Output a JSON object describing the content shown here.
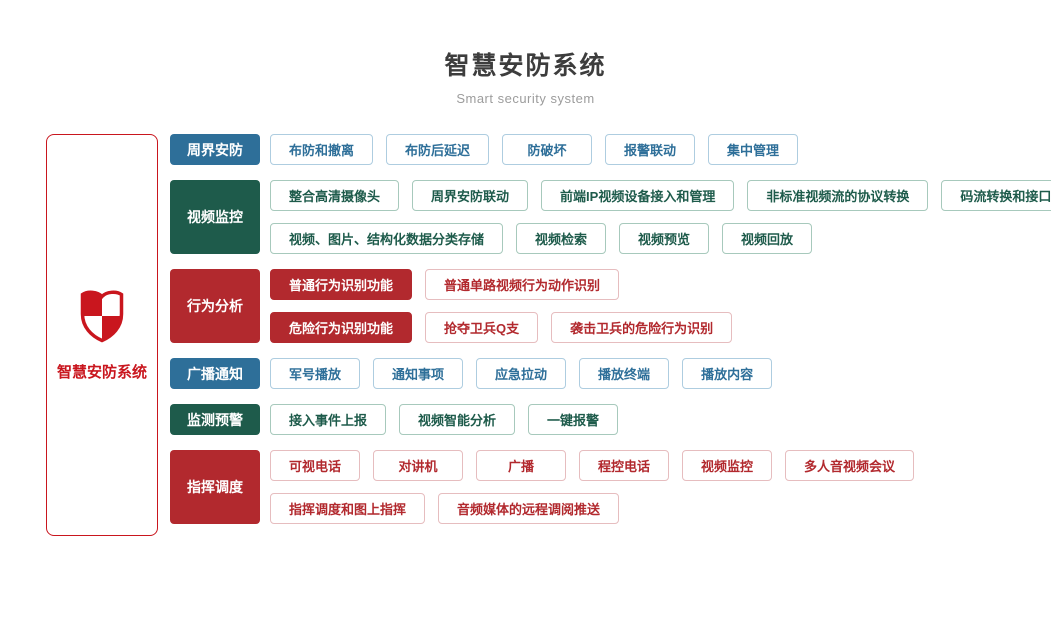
{
  "header": {
    "title": "智慧安防系统",
    "subtitle": "Smart security system"
  },
  "left_panel": {
    "icon": "shield-icon",
    "label": "智慧安防系统"
  },
  "colors": {
    "blue": "#2e6f99",
    "green": "#1e5b4b",
    "red": "#b2292e",
    "accent_red": "#c9161e",
    "title_text": "#3d3d3d",
    "subtitle_text": "#9c9c9c"
  },
  "main": {
    "rows": [
      {
        "category": "周界安防",
        "color": "blue",
        "lines": [
          [
            {
              "label": "布防和撤离",
              "filled": false
            },
            {
              "label": "布防后延迟",
              "filled": false
            },
            {
              "label": "防破坏",
              "filled": false
            },
            {
              "label": "报警联动",
              "filled": false
            },
            {
              "label": "集中管理",
              "filled": false
            }
          ]
        ]
      },
      {
        "category": "视频监控",
        "color": "green",
        "lines": [
          [
            {
              "label": "整合高清摄像头",
              "filled": false
            },
            {
              "label": "周界安防联动",
              "filled": false
            },
            {
              "label": "前端IP视频设备接入和管理",
              "filled": false
            },
            {
              "label": "非标准视频流的协议转换",
              "filled": false
            },
            {
              "label": "码流转换和接口转换",
              "filled": false
            }
          ],
          [
            {
              "label": "视频、图片、结构化数据分类存储",
              "filled": false
            },
            {
              "label": "视频检索",
              "filled": false
            },
            {
              "label": "视频预览",
              "filled": false
            },
            {
              "label": "视频回放",
              "filled": false
            }
          ]
        ]
      },
      {
        "category": "行为分析",
        "color": "red",
        "lines": [
          [
            {
              "label": "普通行为识别功能",
              "filled": true
            },
            {
              "label": "普通单路视频行为动作识别",
              "filled": false
            }
          ],
          [
            {
              "label": "危险行为识别功能",
              "filled": true
            },
            {
              "label": "抢夺卫兵Q支",
              "filled": false
            },
            {
              "label": "袭击卫兵的危险行为识别",
              "filled": false
            }
          ]
        ]
      },
      {
        "category": "广播通知",
        "color": "blue",
        "lines": [
          [
            {
              "label": "军号播放",
              "filled": false
            },
            {
              "label": "通知事项",
              "filled": false
            },
            {
              "label": "应急拉动",
              "filled": false
            },
            {
              "label": "播放终端",
              "filled": false
            },
            {
              "label": "播放内容",
              "filled": false
            }
          ]
        ]
      },
      {
        "category": "监测预警",
        "color": "green",
        "lines": [
          [
            {
              "label": "接入事件上报",
              "filled": false
            },
            {
              "label": "视频智能分析",
              "filled": false
            },
            {
              "label": "一键报警",
              "filled": false
            }
          ]
        ]
      },
      {
        "category": "指挥调度",
        "color": "red",
        "lines": [
          [
            {
              "label": "可视电话",
              "filled": false
            },
            {
              "label": "对讲机",
              "filled": false
            },
            {
              "label": "广播",
              "filled": false
            },
            {
              "label": "程控电话",
              "filled": false
            },
            {
              "label": "视频监控",
              "filled": false
            },
            {
              "label": "多人音视频会议",
              "filled": false
            }
          ],
          [
            {
              "label": "指挥调度和图上指挥",
              "filled": false
            },
            {
              "label": "音频媒体的远程调阅推送",
              "filled": false
            }
          ]
        ]
      }
    ]
  }
}
